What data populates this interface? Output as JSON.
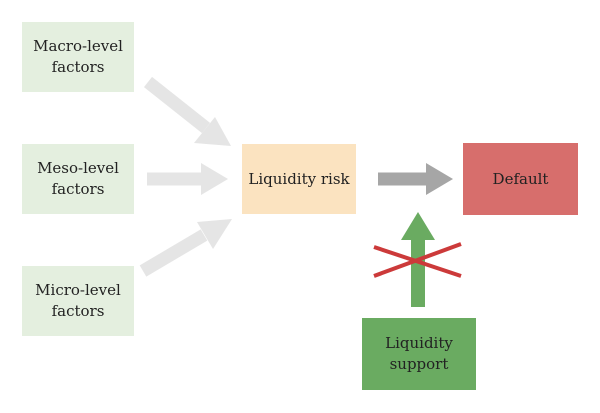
{
  "nodes": {
    "macro": "Macro-level factors",
    "meso": "Meso-level factors",
    "micro": "Micro-level factors",
    "liquidity_risk": "Liquidity risk",
    "default": "Default",
    "liquidity_support": "Liquidity support"
  },
  "colors": {
    "factor_fill": "#e4efdf",
    "liquidity_risk_fill": "#fbe3c0",
    "default_fill": "#d76e6c",
    "support_fill": "#6aab61",
    "factor_arrow": "#e5e5e5",
    "risk_arrow": "#a6a6a6",
    "support_arrow": "#6aab61",
    "cross": "#cc3a3a"
  }
}
